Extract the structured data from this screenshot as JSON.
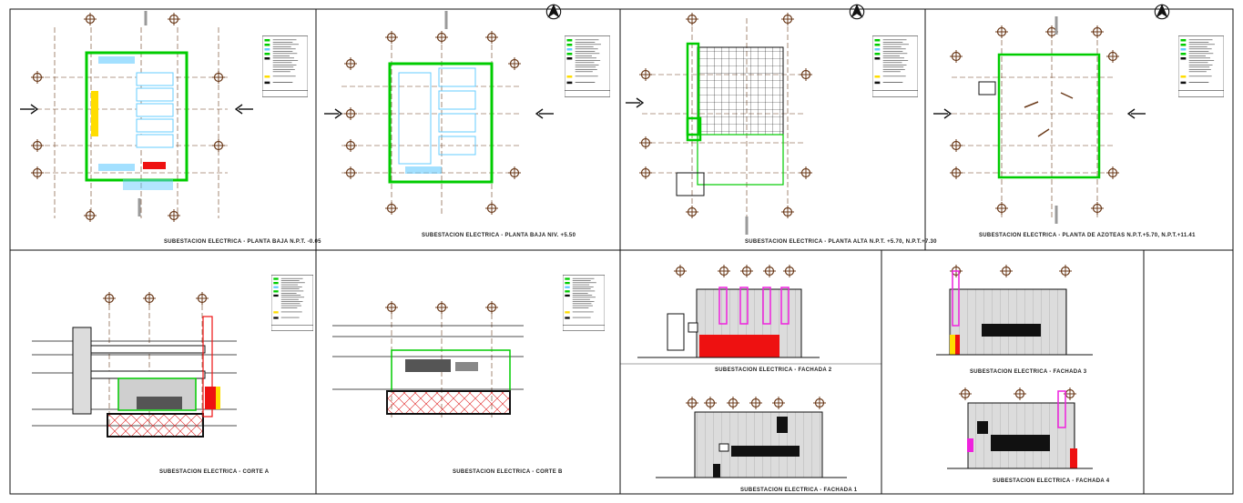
{
  "colors": {
    "green": "#00cc00",
    "red": "#ee1111",
    "magenta": "#ee22dd",
    "cyan": "#66ccff",
    "yellow": "#ffdd00",
    "axis_brown": "#6b3a1a",
    "line": "#111111",
    "grey": "#9a9a9a"
  },
  "captions": {
    "plan_ground": "SUBESTACION  ELECTRICA  -  PLANTA  BAJA N.P.T. -0.05",
    "plan_ground_upper": "SUBESTACION  ELECTRICA  -  PLANTA  BAJA  NIV. +5.50",
    "plan_upper": "SUBESTACION  ELECTRICA  -  PLANTA ALTA N.P.T. +5.70, N.P.T.+7.30",
    "plan_roof": "SUBESTACION  ELECTRICA  -  PLANTA DE AZOTEAS N.P.T.+5.70, N.P.T.+11.41",
    "section_a": "SUBESTACION  ELECTRICA  -  CORTE A",
    "section_b": "SUBESTACION  ELECTRICA  -  CORTE B",
    "facade_2": "SUBESTACION ELECTRICA - FACHADA 2",
    "facade_3": "SUBESTACION ELECTRICA - FACHADA 3",
    "facade_1": "SUBESTACION ELECTRICA - FACHADA 1",
    "facade_4": "SUBESTACION ELECTRICA - FACHADA 4"
  },
  "icons": [
    "north-arrow-icon",
    "section-arrow-icon",
    "axis-bubble-icon",
    "legend-table"
  ]
}
